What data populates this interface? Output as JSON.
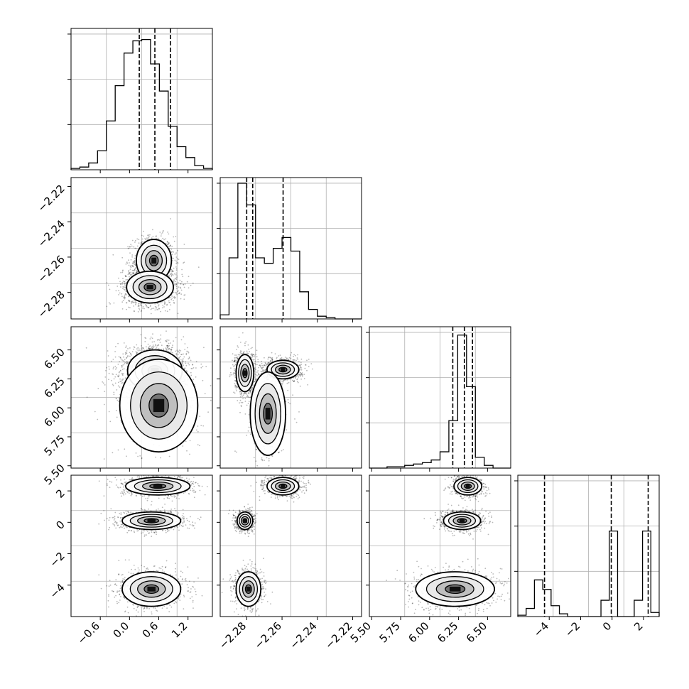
{
  "chart_data": {
    "type": "corner",
    "grid": true,
    "parameters": [
      {
        "range": [
          -1.2,
          1.7
        ],
        "ticks": [
          -0.6,
          0.0,
          0.6,
          1.2
        ],
        "tick_labels": [
          "−0.6",
          "0.0",
          "0.6",
          "1.2"
        ]
      },
      {
        "range": [
          -2.295,
          -2.215
        ],
        "ticks": [
          -2.28,
          -2.26,
          -2.24,
          -2.22
        ],
        "tick_labels": [
          "−2.28",
          "−2.26",
          "−2.24",
          "−2.22"
        ]
      },
      {
        "range": [
          5.48,
          6.7
        ],
        "ticks": [
          5.5,
          5.75,
          6.0,
          6.25,
          6.5
        ],
        "tick_labels": [
          "5.50",
          "5.75",
          "6.00",
          "6.25",
          "6.50"
        ]
      },
      {
        "range": [
          -6.0,
          3.0
        ],
        "ticks": [
          -4,
          -2,
          0,
          2
        ],
        "tick_labels": [
          "−4",
          "−2",
          "0",
          "2"
        ]
      }
    ],
    "histograms": [
      {
        "counts": [
          0.01,
          0.02,
          0.05,
          0.14,
          0.36,
          0.62,
          0.86,
          0.95,
          0.96,
          0.78,
          0.58,
          0.32,
          0.17,
          0.09,
          0.03,
          0.01
        ],
        "quantiles": [
          0.2,
          0.52,
          0.84
        ]
      },
      {
        "counts": [
          0.03,
          0.45,
          1.0,
          0.84,
          0.45,
          0.41,
          0.52,
          0.6,
          0.5,
          0.2,
          0.07,
          0.02,
          0.01,
          0.0,
          0.0,
          0.0
        ],
        "quantiles": [
          -2.28,
          -2.2766,
          -2.2594
        ]
      },
      {
        "counts": [
          0.0,
          0.0,
          0.01,
          0.01,
          0.02,
          0.03,
          0.04,
          0.06,
          0.12,
          0.35,
          0.98,
          0.6,
          0.08,
          0.02,
          0.0,
          0.0
        ],
        "quantiles": [
          6.2,
          6.3,
          6.37
        ]
      },
      {
        "counts": [
          0.01,
          0.06,
          0.27,
          0.2,
          0.08,
          0.02,
          0.0,
          0.0,
          0.0,
          0.0,
          0.12,
          0.63,
          0.0,
          0.0,
          0.12,
          0.63,
          0.03
        ],
        "quantiles": [
          -4.3,
          -0.05,
          2.3
        ]
      }
    ],
    "pairs": [
      {
        "row": 1,
        "col": 0,
        "blobs": [
          {
            "cx": 0.5,
            "cy": -2.262,
            "sx": 0.18,
            "sy": 0.006,
            "w": 0.45
          },
          {
            "cx": 0.42,
            "cy": -2.277,
            "sx": 0.24,
            "sy": 0.0045,
            "w": 0.55
          }
        ]
      },
      {
        "row": 2,
        "col": 0,
        "blobs": [
          {
            "cx": 0.52,
            "cy": 6.32,
            "sx": 0.28,
            "sy": 0.09,
            "w": 0.85
          },
          {
            "cx": 0.6,
            "cy": 6.02,
            "sx": 0.4,
            "sy": 0.2,
            "w": 0.15
          }
        ]
      },
      {
        "row": 2,
        "col": 1,
        "blobs": [
          {
            "cx": -2.281,
            "cy": 6.3,
            "sx": 0.0025,
            "sy": 0.08,
            "w": 0.45
          },
          {
            "cx": -2.2595,
            "cy": 6.33,
            "sx": 0.0045,
            "sy": 0.04,
            "w": 0.38
          },
          {
            "cx": -2.268,
            "cy": 5.95,
            "sx": 0.005,
            "sy": 0.18,
            "w": 0.17
          }
        ]
      },
      {
        "row": 3,
        "col": 0,
        "blobs": [
          {
            "cx": 0.58,
            "cy": 2.3,
            "sx": 0.33,
            "sy": 0.28,
            "w": 0.33
          },
          {
            "cx": 0.45,
            "cy": 0.1,
            "sx": 0.3,
            "sy": 0.28,
            "w": 0.33
          },
          {
            "cx": 0.45,
            "cy": -4.25,
            "sx": 0.3,
            "sy": 0.55,
            "w": 0.34
          }
        ]
      },
      {
        "row": 3,
        "col": 1,
        "blobs": [
          {
            "cx": -2.2595,
            "cy": 2.3,
            "sx": 0.0045,
            "sy": 0.28,
            "w": 0.33
          },
          {
            "cx": -2.281,
            "cy": 0.1,
            "sx": 0.0022,
            "sy": 0.28,
            "w": 0.33
          },
          {
            "cx": -2.279,
            "cy": -4.25,
            "sx": 0.0035,
            "sy": 0.55,
            "w": 0.34
          }
        ]
      },
      {
        "row": 3,
        "col": 2,
        "blobs": [
          {
            "cx": 6.33,
            "cy": 2.3,
            "sx": 0.06,
            "sy": 0.28,
            "w": 0.33
          },
          {
            "cx": 6.28,
            "cy": 0.1,
            "sx": 0.08,
            "sy": 0.28,
            "w": 0.33
          },
          {
            "cx": 6.22,
            "cy": -4.25,
            "sx": 0.17,
            "sy": 0.55,
            "w": 0.34
          }
        ]
      }
    ]
  }
}
